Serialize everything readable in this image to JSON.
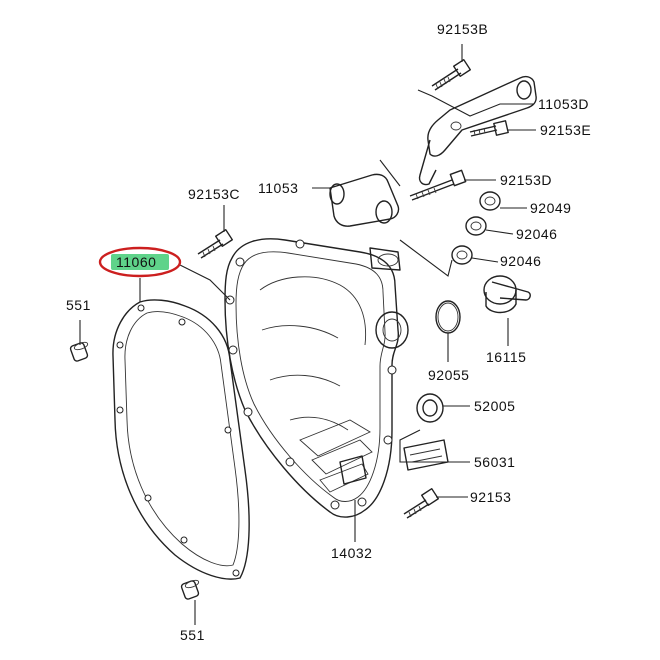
{
  "diagram": {
    "highlight_color": "#cc1f1f",
    "highlight_fill": "#5fd38a",
    "highlighted_part": "11060",
    "labels": {
      "p92153B": "92153B",
      "p11053D": "11053D",
      "p92153E": "92153E",
      "p11053": "11053",
      "p92153C": "92153C",
      "p92153D": "92153D",
      "p92049": "92049",
      "p92046a": "92046",
      "p92046b": "92046",
      "p11060": "11060",
      "p551a": "551",
      "p16115": "16115",
      "p92055": "92055",
      "p52005": "52005",
      "p56031": "56031",
      "p92153": "92153",
      "p14032": "14032",
      "p551b": "551"
    }
  }
}
